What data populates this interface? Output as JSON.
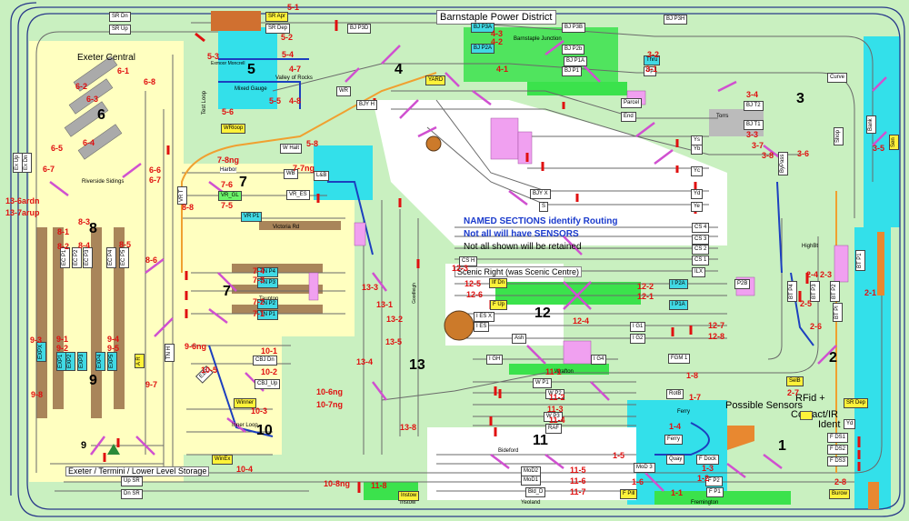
{
  "title": "Barnstaple Power District",
  "notes": {
    "named_sections": "NAMED SECTIONS identify Routing",
    "not_all_sensors": "Not all will have SENSORS",
    "not_all_retained": "Not all shown will be retained",
    "scenic_right": "Scenic Right (was Scenic Centre)",
    "possible_sensors": "Possible Sensors",
    "rfid": "RFid +",
    "contact_ir": "Contact/IR",
    "ident": "Ident"
  },
  "areas": {
    "exeter_central": "Exeter Central",
    "riverside_sidings": "Riverside Sidings",
    "exeter_termini": "Exeter / Termini / Lower Level Storage",
    "mixed_gauge": "Mixed Gauge",
    "valley_of_rocks": "Valley of Rocks",
    "exmoor_moncrell": "Exmoor Moncrell",
    "inner_loop": "Inner Loop",
    "victoria_rd": "Victoria Rd",
    "taunton": "Taunton",
    "barnstaple_junction": "Barnstaple Junction",
    "wrafton": "Wrafton",
    "bideford": "Bideford",
    "instow": "Instow",
    "yeoland": "Yeoland",
    "fremington": "Fremington",
    "ferry": "Ferry",
    "torrs": "Torrs",
    "highbt": "HighBt",
    "harbor": "Harbor",
    "test_loop": "Test Loop",
    "goodleigh": "Goodleigh"
  },
  "sections": [
    "1",
    "2",
    "3",
    "4",
    "5",
    "6",
    "7",
    "7",
    "8",
    "9",
    "9",
    "10",
    "11",
    "12",
    "13"
  ],
  "blocks": [
    {
      "id": "sr_dn",
      "text": "SR Dn",
      "color": "white"
    },
    {
      "id": "sr_up",
      "text": "SR Up",
      "color": "white"
    },
    {
      "id": "sr_apr",
      "text": "SR Apr",
      "color": "yellow"
    },
    {
      "id": "sr_dep",
      "text": "SR Dep",
      "color": "white"
    },
    {
      "id": "bj_p3d",
      "text": "BJ P3D",
      "color": "white"
    },
    {
      "id": "bj_p3h",
      "text": "BJ P3H",
      "color": "white"
    },
    {
      "id": "bj_p3a",
      "text": "BJ P3A",
      "color": "cyan"
    },
    {
      "id": "bj_p3b",
      "text": "BJ P3B",
      "color": "white"
    },
    {
      "id": "bj_p2a",
      "text": "BJ P2A",
      "color": "cyan"
    },
    {
      "id": "bj_p2b",
      "text": "BJ P2b",
      "color": "white"
    },
    {
      "id": "bj_p1a",
      "text": "BJ P1A",
      "color": "white"
    },
    {
      "id": "bj_p1",
      "text": "BJ P1",
      "color": "white"
    },
    {
      "id": "thru",
      "text": "Thru",
      "color": "cyan"
    },
    {
      "id": "up",
      "text": "Up",
      "color": "white"
    },
    {
      "id": "yard",
      "text": "YARD",
      "color": "yellow"
    },
    {
      "id": "bjy_h",
      "text": "BJY H",
      "color": "white"
    },
    {
      "id": "bj_t2",
      "text": "BJ T2",
      "color": "white"
    },
    {
      "id": "bj_t1",
      "text": "BJ T1",
      "color": "white"
    },
    {
      "id": "parcel",
      "text": "Parcel",
      "color": "white"
    },
    {
      "id": "end",
      "text": "End",
      "color": "white"
    },
    {
      "id": "ys",
      "text": "Ys",
      "color": "white"
    },
    {
      "id": "yb",
      "text": "Yb",
      "color": "white"
    },
    {
      "id": "yc",
      "text": "Yc",
      "color": "white"
    },
    {
      "id": "yd",
      "text": "Yd",
      "color": "white"
    },
    {
      "id": "ye",
      "text": "Ye",
      "color": "white"
    },
    {
      "id": "bjy_x",
      "text": "BJY X",
      "color": "white"
    },
    {
      "id": "s",
      "text": "S",
      "color": "white"
    },
    {
      "id": "w_halt",
      "text": "W Halt",
      "color": "white"
    },
    {
      "id": "wr",
      "text": "WR",
      "color": "white"
    },
    {
      "id": "wb",
      "text": "WB",
      "color": "white"
    },
    {
      "id": "lb",
      "text": "L&B",
      "color": "white"
    },
    {
      "id": "vr_gl",
      "text": "VR_GL",
      "color": "green"
    },
    {
      "id": "vr_es",
      "text": "VR_ES",
      "color": "white"
    },
    {
      "id": "vr_p1",
      "text": "VR P1",
      "color": "cyan"
    },
    {
      "id": "vr_t",
      "text": "VR T",
      "color": "white"
    },
    {
      "id": "tn_p4",
      "text": "TN P4",
      "color": "cyan"
    },
    {
      "id": "tn_p3",
      "text": "TN P3",
      "color": "cyan"
    },
    {
      "id": "tn_p2",
      "text": "TN P2",
      "color": "cyan"
    },
    {
      "id": "tn_p1",
      "text": "TN P1",
      "color": "cyan"
    },
    {
      "id": "tn_h",
      "text": "TN H",
      "color": "white"
    },
    {
      "id": "a_r",
      "text": "A R",
      "color": "yellow"
    },
    {
      "id": "exr",
      "text": "ExR",
      "color": "white"
    },
    {
      "id": "cbj_dn",
      "text": "CBJ Dn",
      "color": "white"
    },
    {
      "id": "cbj_up",
      "text": "CBJ_Up",
      "color": "white"
    },
    {
      "id": "winner",
      "text": "Winner",
      "color": "yellow"
    },
    {
      "id": "winex",
      "text": "WinEx",
      "color": "yellow"
    },
    {
      "id": "cs4",
      "text": "CS 4",
      "color": "white"
    },
    {
      "id": "cs3",
      "text": "CS 3",
      "color": "white"
    },
    {
      "id": "cs2",
      "text": "CS 2",
      "color": "white"
    },
    {
      "id": "cs1",
      "text": "CS 1",
      "color": "white"
    },
    {
      "id": "csh",
      "text": "CS H",
      "color": "white"
    },
    {
      "id": "ilx",
      "text": "ILX",
      "color": "white"
    },
    {
      "id": "i_p2a",
      "text": "I P2A",
      "color": "cyan"
    },
    {
      "id": "p2b",
      "text": "P2B",
      "color": "white"
    },
    {
      "id": "i_p1a",
      "text": "I P1A",
      "color": "cyan"
    },
    {
      "id": "ilf_dn",
      "text": "Ilf Dn",
      "color": "yellow"
    },
    {
      "id": "i_es_x",
      "text": "I ES X",
      "color": "white"
    },
    {
      "id": "i_es",
      "text": "I ES",
      "color": "white"
    },
    {
      "id": "ash",
      "text": "Ash",
      "color": "white"
    },
    {
      "id": "i_gh",
      "text": "I GH",
      "color": "white"
    },
    {
      "id": "ig4",
      "text": "I G4",
      "color": "white"
    },
    {
      "id": "ig1",
      "text": "I G1",
      "color": "white"
    },
    {
      "id": "ig2",
      "text": "I G2",
      "color": "white"
    },
    {
      "id": "f_up",
      "text": "F Up",
      "color": "yellow"
    },
    {
      "id": "w_p1",
      "text": "W P1",
      "color": "white"
    },
    {
      "id": "w_p2",
      "text": "W P2",
      "color": "white"
    },
    {
      "id": "w_p3",
      "text": "W P3",
      "color": "white"
    },
    {
      "id": "raf",
      "text": "RAF",
      "color": "white"
    },
    {
      "id": "fgm1",
      "text": "FGM 1",
      "color": "white"
    },
    {
      "id": "rotb",
      "text": "RotB",
      "color": "white"
    },
    {
      "id": "selb",
      "text": "SelB",
      "color": "yellow"
    },
    {
      "id": "sr_dep2",
      "text": "SR Dep",
      "color": "yellow"
    },
    {
      "id": "yd2",
      "text": "Yd",
      "color": "white"
    },
    {
      "id": "ferry",
      "text": "Ferry",
      "color": "white"
    },
    {
      "id": "f_dock",
      "text": "F Dock",
      "color": "white"
    },
    {
      "id": "quay",
      "text": "Quay",
      "color": "white"
    },
    {
      "id": "f_p2",
      "text": "F P2",
      "color": "white"
    },
    {
      "id": "f_p1",
      "text": "F P1",
      "color": "white"
    },
    {
      "id": "f_pill",
      "text": "F Pill",
      "color": "yellow"
    },
    {
      "id": "f_ds1",
      "text": "F DS1",
      "color": "white"
    },
    {
      "id": "f_ds2",
      "text": "F DS2",
      "color": "white"
    },
    {
      "id": "f_ds3",
      "text": "F DS3",
      "color": "white"
    },
    {
      "id": "burow",
      "text": "Burow",
      "color": "yellow"
    },
    {
      "id": "mod3",
      "text": "MoD 3",
      "color": "white"
    },
    {
      "id": "mod2",
      "text": "MoD2",
      "color": "white"
    },
    {
      "id": "mod1",
      "text": "MoD1",
      "color": "white"
    },
    {
      "id": "bid_d",
      "text": "Bld_D",
      "color": "white"
    },
    {
      "id": "instow_b",
      "text": "Instow",
      "color": "yellow"
    },
    {
      "id": "up_sr",
      "text": "Up SR",
      "color": "white"
    },
    {
      "id": "dn_sr",
      "text": "Dn SR",
      "color": "white"
    },
    {
      "id": "wrloop",
      "text": "WRloop",
      "color": "yellow"
    },
    {
      "id": "ex_up",
      "text": "Ex Up",
      "color": "white"
    },
    {
      "id": "ex_dn",
      "text": "Ex Dn",
      "color": "white"
    },
    {
      "id": "ex_p1",
      "text": "EC P1",
      "color": "white"
    },
    {
      "id": "ex_p2",
      "text": "EC P2",
      "color": "white"
    },
    {
      "id": "ex_p3",
      "text": "EC P3",
      "color": "white"
    },
    {
      "id": "ex_p4",
      "text": "EC P4",
      "color": "white"
    },
    {
      "id": "ex_p5",
      "text": "EC P5",
      "color": "white"
    },
    {
      "id": "expx",
      "text": "EXPX",
      "color": "cyan"
    },
    {
      "id": "exp1",
      "text": "EXP1",
      "color": "cyan"
    },
    {
      "id": "exp2",
      "text": "EXP2",
      "color": "cyan"
    },
    {
      "id": "exp3",
      "text": "EXP3",
      "color": "cyan"
    },
    {
      "id": "exp4",
      "text": "EXP4",
      "color": "cyan"
    },
    {
      "id": "exp5",
      "text": "EXP5",
      "color": "cyan"
    },
    {
      "id": "bt_p1",
      "text": "BT P1",
      "color": "white"
    },
    {
      "id": "bt_p2",
      "text": "BT P2",
      "color": "white"
    },
    {
      "id": "bt_p3",
      "text": "BT P3",
      "color": "white"
    },
    {
      "id": "bt_p4",
      "text": "BT P4",
      "color": "white"
    },
    {
      "id": "bt_pl",
      "text": "BT Pl",
      "color": "white"
    },
    {
      "id": "curve",
      "text": "Curve",
      "color": "white"
    },
    {
      "id": "bank",
      "text": "Bank",
      "color": "white"
    },
    {
      "id": "shop",
      "text": "Shop",
      "color": "white"
    },
    {
      "id": "sen",
      "text": "Sen",
      "color": "yellow"
    },
    {
      "id": "bypass",
      "text": "ByPass",
      "color": "white"
    }
  ],
  "red_labels": [
    "5-1",
    "5-2",
    "5-3",
    "5-4",
    "4-7",
    "5-5",
    "4-8",
    "5-6",
    "5-8",
    "6-1",
    "6-2",
    "6-3",
    "6-8",
    "6-4",
    "6-5",
    "6-7",
    "6-6",
    "6-7",
    "13-6ardn",
    "13-7arup",
    "7-8ng",
    "7-7ng",
    "7-6",
    "7-5",
    "8-8",
    "8-1",
    "8-3",
    "8-2",
    "8-4",
    "8-5",
    "8-6",
    "7-4",
    "7-3",
    "7-2",
    "7-1",
    "9-1",
    "9-2",
    "9-3",
    "9-4",
    "9-5",
    "9-6ng",
    "9-7",
    "9-8",
    "10-1",
    "10-2",
    "10-5",
    "10-3",
    "10-4",
    "4-3",
    "4-2",
    "4-1",
    "3-2",
    "3-1",
    "3-4",
    "3-3",
    "3-7",
    "3-8",
    "3-6",
    "3-5",
    "12-3",
    "12-5",
    "12-6",
    "12-2",
    "12-1",
    "12-4",
    "12-7",
    "12-8",
    "13-3",
    "13-1",
    "13-2",
    "13-4",
    "13-5",
    "13-8",
    "10-6ng",
    "10-7ng",
    "10-8ng",
    "11-1",
    "11-2",
    "11-3",
    "11-4",
    "11-5",
    "11-6",
    "11-7",
    "11-8",
    "1-8",
    "1-7",
    "1-4",
    "1-5",
    "1-3",
    "1-2",
    "1-1",
    "1-6",
    "2-7",
    "2-8",
    "2-1",
    "2-4",
    "2-3",
    "2-5",
    "2-6"
  ]
}
